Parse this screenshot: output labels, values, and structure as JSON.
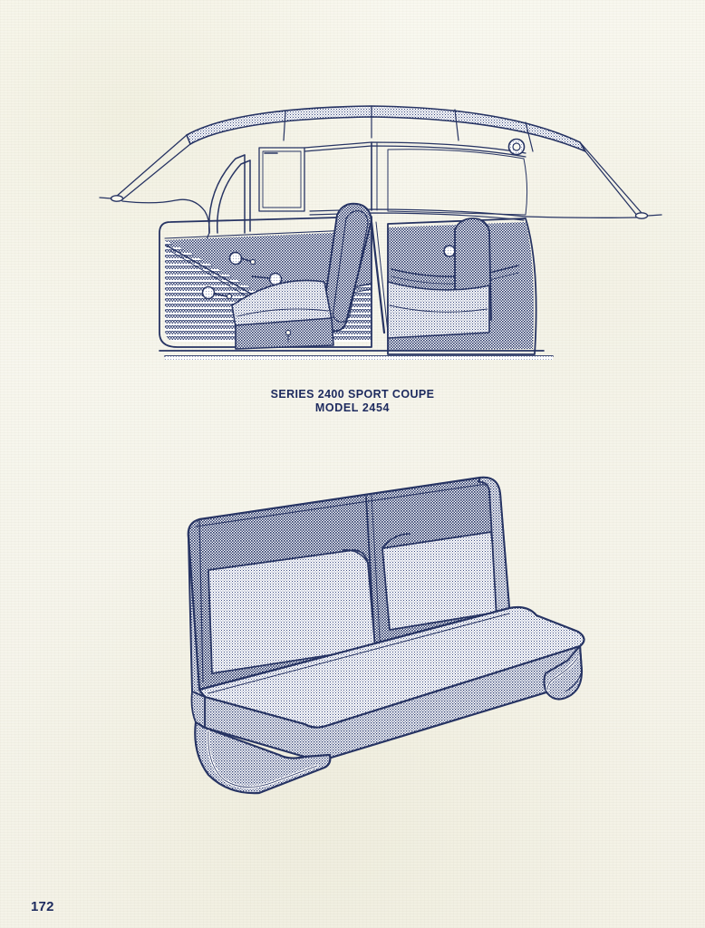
{
  "page": {
    "folio": "172",
    "ink_color": "#273463",
    "paper_color": "#f8f7ef",
    "tone_dark": "#5d6d9d",
    "tone_light": "#b9c3da"
  },
  "caption": {
    "line1": "SERIES 2400 SPORT COUPE",
    "line2": "MODEL 2454"
  },
  "figures": {
    "interior": {
      "name": "car-interior-cutaway",
      "description": "Side cutaway view of two-door sport coupe interior showing door trim panel, folding front seat back, and rear seat",
      "parts": [
        "headliner",
        "windshield-outline",
        "door-window-frame",
        "quarter-window",
        "door-trim-panel",
        "door-pleat-panel",
        "window-regulator-handle",
        "door-pull-handle",
        "door-latch-handle",
        "front-seat-back",
        "front-seat-cushion",
        "rear-seat-back",
        "rear-seat-cushion",
        "rear-quarter-trim-panel",
        "speaker-grille",
        "rear-ash-receiver"
      ]
    },
    "bench": {
      "name": "rear-bench-seat",
      "description": "Three-quarter view of two-tone rear bench seat assembly with chrome end trim",
      "parts": [
        "seat-back-bolster",
        "seat-back-insert-left",
        "seat-back-insert-right",
        "seat-cushion-top",
        "seat-cushion-front-face",
        "seat-side-panel",
        "chrome-end-trim-left",
        "chrome-end-trim-right"
      ]
    }
  }
}
